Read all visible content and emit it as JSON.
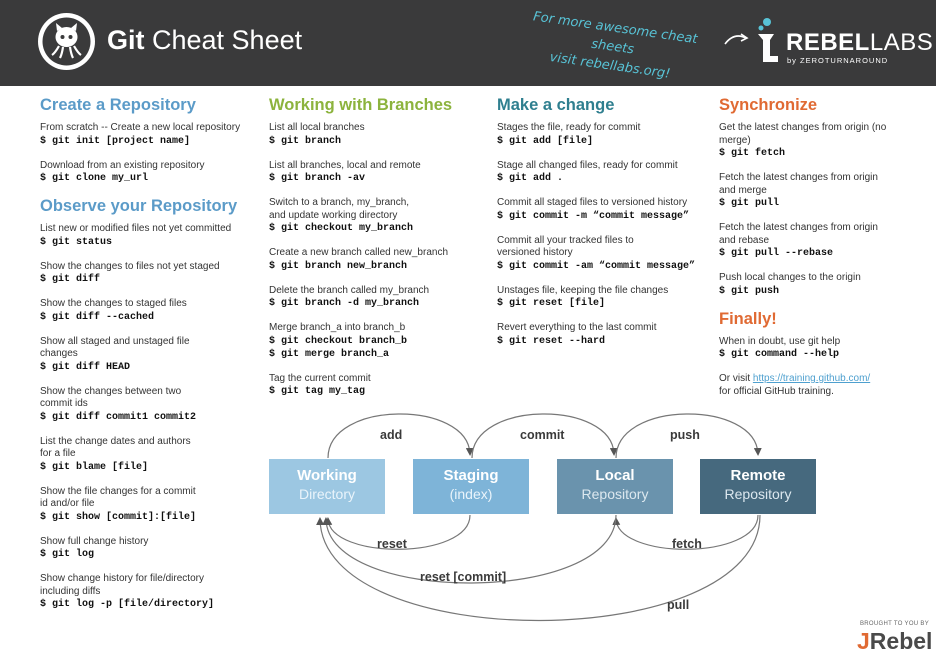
{
  "header": {
    "title_bold": "Git",
    "title_rest": " Cheat Sheet",
    "promo_line1": "For more awesome cheat sheets",
    "promo_line2": "visit rebellabs.org!",
    "brand_bold": "REBEL",
    "brand_light": "LABS",
    "brand_sub": "by ZEROTURNAROUND"
  },
  "create": {
    "title": "Create a Repository",
    "items": [
      {
        "desc": "From scratch -- Create a new local repository",
        "cmd": "$ git init [project name]"
      },
      {
        "desc": "Download from an existing repository",
        "cmd": "$ git clone my_url"
      }
    ]
  },
  "observe": {
    "title": "Observe your Repository",
    "items": [
      {
        "desc": "List new or modified files not yet committed",
        "cmd": "$ git status"
      },
      {
        "desc": "Show the changes to files not yet staged",
        "cmd": "$ git diff"
      },
      {
        "desc": "Show the changes to staged files",
        "cmd": "$ git diff --cached"
      },
      {
        "desc": "Show all staged and unstaged file changes",
        "cmd": "$ git diff HEAD"
      },
      {
        "desc": "Show the changes between two commit ids",
        "cmd": "$ git diff commit1 commit2"
      },
      {
        "desc": "List the change dates and authors for a file",
        "cmd": "$ git blame [file]"
      },
      {
        "desc": "Show the file changes for a commit id and/or file",
        "cmd": "$ git show [commit]:[file]"
      },
      {
        "desc": "Show full change history",
        "cmd": "$ git log"
      },
      {
        "desc": "Show change history for file/directory including diffs",
        "cmd": "$ git log -p [file/directory]"
      }
    ]
  },
  "branches": {
    "title": "Working with Branches",
    "items": [
      {
        "desc": "List all local branches",
        "cmd": "$ git branch"
      },
      {
        "desc": "List all branches, local and remote",
        "cmd": "$ git branch -av"
      },
      {
        "desc": "Switch to a branch, my_branch, and update working directory",
        "cmd": "$ git checkout my_branch"
      },
      {
        "desc": "Create a new branch called new_branch",
        "cmd": "$ git branch new_branch"
      },
      {
        "desc": "Delete the branch called my_branch",
        "cmd": "$ git branch -d my_branch"
      },
      {
        "desc": "Merge branch_a into branch_b",
        "cmd": "$ git checkout branch_b",
        "cmd2": "$ git merge branch_a"
      },
      {
        "desc": "Tag the current commit",
        "cmd": "$ git tag my_tag"
      }
    ]
  },
  "change": {
    "title": "Make a change",
    "items": [
      {
        "desc": "Stages the file, ready for commit",
        "cmd": "$ git add [file]"
      },
      {
        "desc": "Stage all changed files, ready for commit",
        "cmd": "$ git add ."
      },
      {
        "desc": "Commit all staged files to versioned history",
        "cmd": "$ git commit -m “commit message”"
      },
      {
        "desc": "Commit all your tracked files to versioned history",
        "cmd": "$ git commit -am “commit message”"
      },
      {
        "desc": "Unstages file, keeping the file changes",
        "cmd": "$ git reset [file]"
      },
      {
        "desc": "Revert everything to the last commit",
        "cmd": "$ git reset --hard"
      }
    ]
  },
  "sync": {
    "title": "Synchronize",
    "items": [
      {
        "desc": "Get the latest changes from origin (no merge)",
        "cmd": "$ git fetch"
      },
      {
        "desc": "Fetch the latest changes from origin and merge",
        "cmd": "$ git pull"
      },
      {
        "desc": "Fetch the latest changes from origin and rebase",
        "cmd": "$ git pull --rebase"
      },
      {
        "desc": "Push local changes to the origin",
        "cmd": "$ git push"
      }
    ]
  },
  "finally": {
    "title": "Finally!",
    "desc": "When in doubt, use git help",
    "cmd": "$ git command --help",
    "visit_prefix": "Or visit ",
    "visit_link": "https://training.github.com/",
    "visit_suffix": "for official GitHub training."
  },
  "diagram": {
    "boxes": [
      {
        "title": "Working",
        "sub": "Directory"
      },
      {
        "title": "Staging",
        "sub": "(index)"
      },
      {
        "title": "Local",
        "sub": "Repository"
      },
      {
        "title": "Remote",
        "sub": "Repository"
      }
    ],
    "labels": {
      "add": "add",
      "commit": "commit",
      "push": "push",
      "reset": "reset",
      "fetch": "fetch",
      "reset_commit": "reset [commit]",
      "pull": "pull"
    }
  },
  "footer": {
    "brought": "BROUGHT TO YOU BY",
    "brand_j": "J",
    "brand_rest": "Rebel"
  },
  "colors": {
    "header_bg": "#3a3a3b",
    "create_title": "#5b9bc8",
    "branches_title": "#8cb33d",
    "change_title": "#2f7f8f",
    "sync_title": "#e06a33",
    "promo_text": "#58c3d6",
    "working_box": "#9cc7e2",
    "staging_box": "#7eb4d8",
    "local_box": "#6a93ad",
    "remote_box": "#46697e"
  },
  "icons": [
    "github-octocat-icon",
    "rebellabs-logo-icon",
    "curved-arrow-icon"
  ]
}
